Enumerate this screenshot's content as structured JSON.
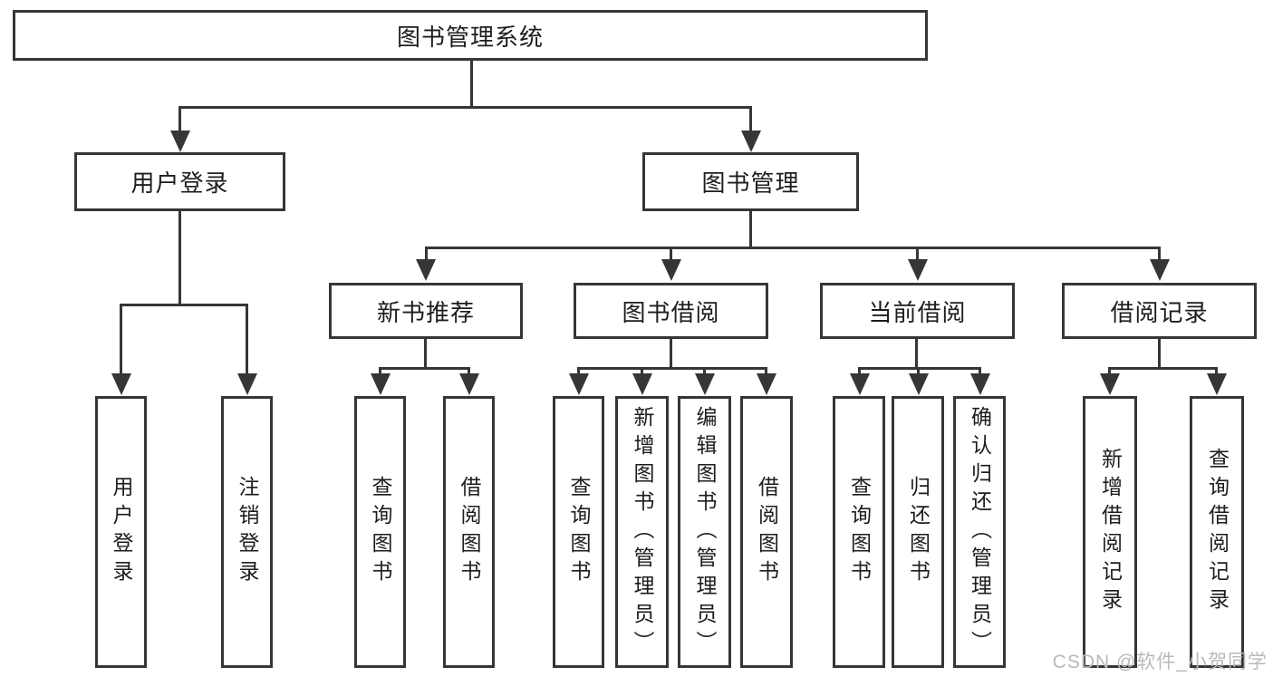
{
  "diagram_type": "hierarchy-tree",
  "colors": {
    "background": "#ffffff",
    "line": "#363636",
    "box_border": "#363636",
    "box_fill": "#ffffff",
    "text": "#1d1d1d",
    "watermark": "#b9b9b9"
  },
  "nodes": [
    {
      "label": "图书管理系统"
    },
    {
      "label": "用户登录"
    },
    {
      "label": "图书管理"
    },
    {
      "label": "新书推荐"
    },
    {
      "label": "图书借阅"
    },
    {
      "label": "当前借阅"
    },
    {
      "label": "借阅记录"
    },
    {
      "label": "用户登录"
    },
    {
      "label": "注销登录"
    },
    {
      "label": "查询图书"
    },
    {
      "label": "借阅图书"
    },
    {
      "label": "查询图书"
    },
    {
      "label": "新增图书（管理员）"
    },
    {
      "label": "编辑图书（管理员）"
    },
    {
      "label": "借阅图书"
    },
    {
      "label": "查询图书"
    },
    {
      "label": "归还图书"
    },
    {
      "label": "确认归还（管理员）"
    },
    {
      "label": "新增借阅记录"
    },
    {
      "label": "查询借阅记录"
    }
  ],
  "edges": [
    [
      0,
      1
    ],
    [
      0,
      2
    ],
    [
      1,
      7
    ],
    [
      1,
      8
    ],
    [
      2,
      3
    ],
    [
      2,
      4
    ],
    [
      2,
      5
    ],
    [
      2,
      6
    ],
    [
      3,
      9
    ],
    [
      3,
      10
    ],
    [
      4,
      11
    ],
    [
      4,
      12
    ],
    [
      4,
      13
    ],
    [
      4,
      14
    ],
    [
      5,
      15
    ],
    [
      5,
      16
    ],
    [
      5,
      17
    ],
    [
      6,
      18
    ],
    [
      6,
      19
    ]
  ],
  "watermark": {
    "text": "CSDN @软件_小贺同学"
  }
}
